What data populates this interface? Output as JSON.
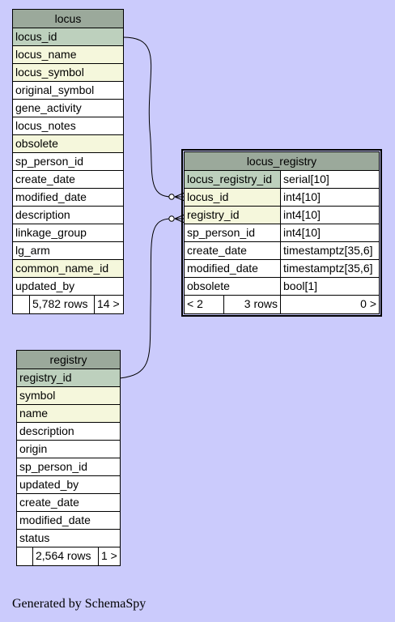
{
  "tables": {
    "locus": {
      "name": "locus",
      "columns": [
        {
          "name": "locus_id",
          "kind": "pk"
        },
        {
          "name": "locus_name",
          "kind": "idx"
        },
        {
          "name": "locus_symbol",
          "kind": "idx"
        },
        {
          "name": "original_symbol",
          "kind": "plain"
        },
        {
          "name": "gene_activity",
          "kind": "plain"
        },
        {
          "name": "locus_notes",
          "kind": "plain"
        },
        {
          "name": "obsolete",
          "kind": "idx"
        },
        {
          "name": "sp_person_id",
          "kind": "plain"
        },
        {
          "name": "create_date",
          "kind": "plain"
        },
        {
          "name": "modified_date",
          "kind": "plain"
        },
        {
          "name": "description",
          "kind": "plain"
        },
        {
          "name": "linkage_group",
          "kind": "plain"
        },
        {
          "name": "lg_arm",
          "kind": "plain"
        },
        {
          "name": "common_name_id",
          "kind": "idx"
        },
        {
          "name": "updated_by",
          "kind": "plain"
        }
      ],
      "footer": {
        "parents": "",
        "rows": "5,782 rows",
        "children": "14 >"
      }
    },
    "locus_registry": {
      "name": "locus_registry",
      "columns": [
        {
          "name": "locus_registry_id",
          "type": "serial[10]",
          "kind": "pk"
        },
        {
          "name": "locus_id",
          "type": "int4[10]",
          "kind": "idx"
        },
        {
          "name": "registry_id",
          "type": "int4[10]",
          "kind": "idx"
        },
        {
          "name": "sp_person_id",
          "type": "int4[10]",
          "kind": "plain"
        },
        {
          "name": "create_date",
          "type": "timestamptz[35,6]",
          "kind": "plain"
        },
        {
          "name": "modified_date",
          "type": "timestamptz[35,6]",
          "kind": "plain"
        },
        {
          "name": "obsolete",
          "type": "bool[1]",
          "kind": "plain"
        }
      ],
      "footer": {
        "parents": "< 2",
        "rows": "3 rows",
        "children": "0 >"
      }
    },
    "registry": {
      "name": "registry",
      "columns": [
        {
          "name": "registry_id",
          "kind": "pk"
        },
        {
          "name": "symbol",
          "kind": "idx"
        },
        {
          "name": "name",
          "kind": "idx"
        },
        {
          "name": "description",
          "kind": "plain"
        },
        {
          "name": "origin",
          "kind": "plain"
        },
        {
          "name": "sp_person_id",
          "kind": "plain"
        },
        {
          "name": "updated_by",
          "kind": "plain"
        },
        {
          "name": "create_date",
          "kind": "plain"
        },
        {
          "name": "modified_date",
          "kind": "plain"
        },
        {
          "name": "status",
          "kind": "plain"
        }
      ],
      "footer": {
        "parents": "",
        "rows": "2,564 rows",
        "children": "1 >"
      }
    }
  },
  "relationships": [
    {
      "from": "locus_registry.locus_id",
      "to": "locus.locus_id"
    },
    {
      "from": "locus_registry.registry_id",
      "to": "registry.registry_id"
    }
  ],
  "colors": {
    "background": "#cbcbfc",
    "header": "#9ba99b",
    "primary_key": "#bdd0bd",
    "indexed": "#f5f7dc"
  },
  "credit": "Generated by SchemaSpy"
}
